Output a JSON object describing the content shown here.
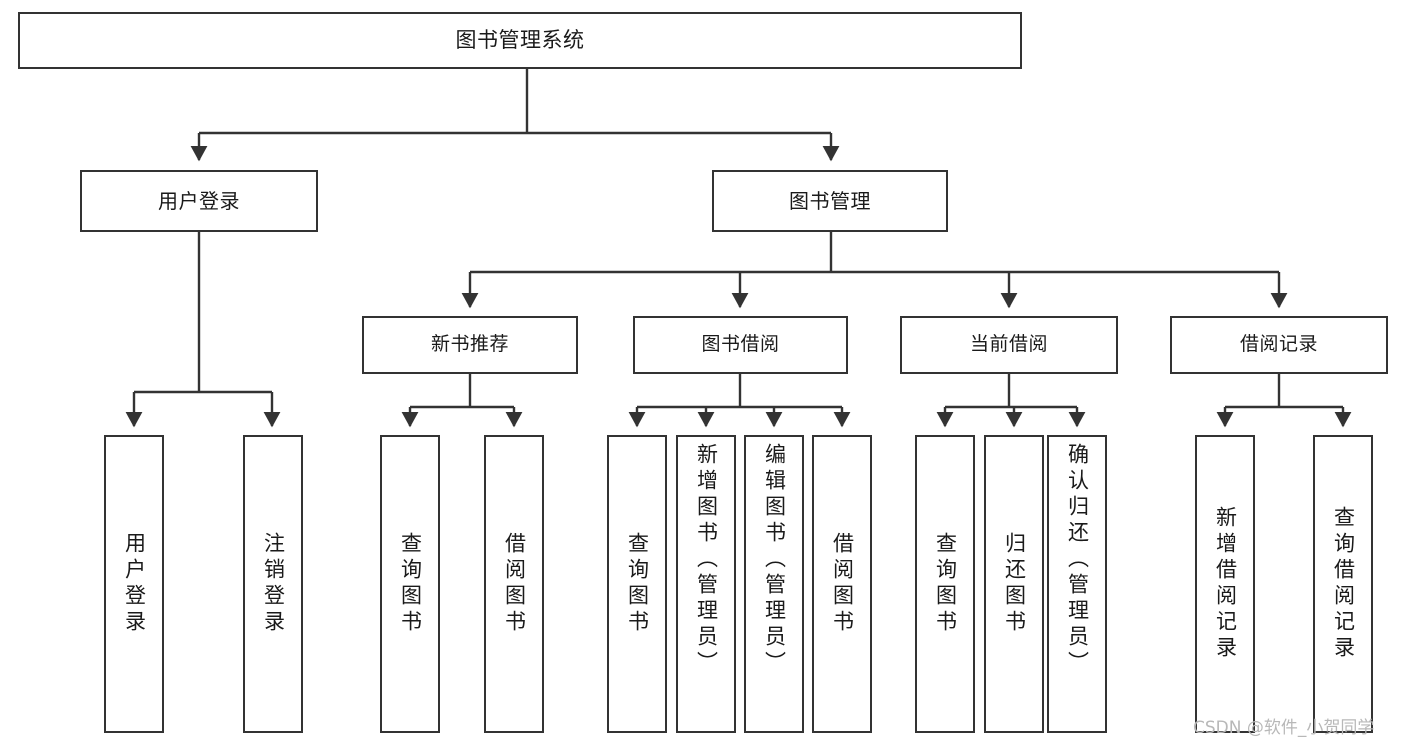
{
  "diagram": {
    "title": "图书管理系统",
    "type": "tree-hierarchy",
    "root": {
      "label": "图书管理系统"
    },
    "level2": [
      {
        "label": "用户登录"
      },
      {
        "label": "图书管理"
      }
    ],
    "level3": [
      {
        "label": "新书推荐"
      },
      {
        "label": "图书借阅"
      },
      {
        "label": "当前借阅"
      },
      {
        "label": "借阅记录"
      }
    ],
    "leaves": {
      "user_login": [
        {
          "label": "用户登录"
        },
        {
          "label": "注销登录"
        }
      ],
      "new_book": [
        {
          "label": "查询图书"
        },
        {
          "label": "借阅图书"
        }
      ],
      "book_borrow": [
        {
          "label": "查询图书"
        },
        {
          "label": "新增图书（管理员）"
        },
        {
          "label": "编辑图书（管理员）"
        },
        {
          "label": "借阅图书"
        }
      ],
      "current_borrow": [
        {
          "label": "查询图书"
        },
        {
          "label": "归还图书"
        },
        {
          "label": "确认归还（管理员）"
        }
      ],
      "borrow_record": [
        {
          "label": "新增借阅记录"
        },
        {
          "label": "查询借阅记录"
        }
      ]
    }
  },
  "watermark": {
    "text": "CSDN @软件_小贺同学"
  },
  "colors": {
    "box_border": "#333333",
    "box_fill": "#ffffff",
    "edge": "#333333",
    "text": "#1a1a1a",
    "watermark": "#b8b8b8"
  }
}
